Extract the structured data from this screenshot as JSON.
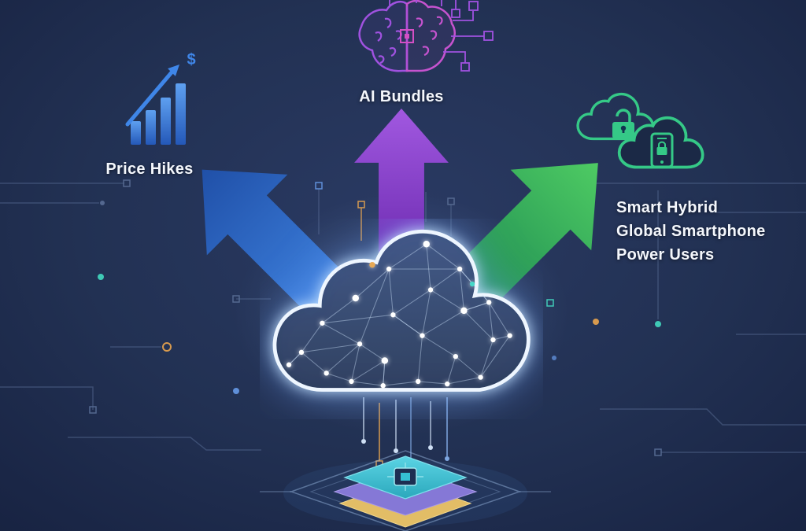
{
  "scene": {
    "type": "cloud-services-infographic",
    "background_color": "#1e2b4d"
  },
  "branches": {
    "price_hikes": {
      "label": "Price Hikes",
      "icon": "bar-chart-trend-dollar-icon",
      "dollar_glyph": "$",
      "arrow_color": "#2f6fd0",
      "arrow_direction": "up-left"
    },
    "ai_bundles": {
      "label": "AI Bundles",
      "icon": "ai-brain-circuit-icon",
      "arrow_color": "#8b3fd6",
      "arrow_direction": "up"
    },
    "power_users": {
      "label_lines": [
        "Smart Hybrid",
        "Global Smartphone",
        "Power Users"
      ],
      "icon": "secure-cloud-lock-icon",
      "arrow_color": "#2fae5f",
      "arrow_direction": "up-right"
    }
  },
  "center": {
    "icon": "network-cloud-icon",
    "glow_color": "#dcecff"
  },
  "platform": {
    "icon": "layered-chip-platform-icon",
    "layer_colors": [
      "#43c4d6",
      "#8578d6",
      "#e2bd66"
    ]
  },
  "decor": {
    "circuit_color": "#54688f",
    "accent_orange": "#d79a4e",
    "accent_teal": "#3fc9b5"
  }
}
